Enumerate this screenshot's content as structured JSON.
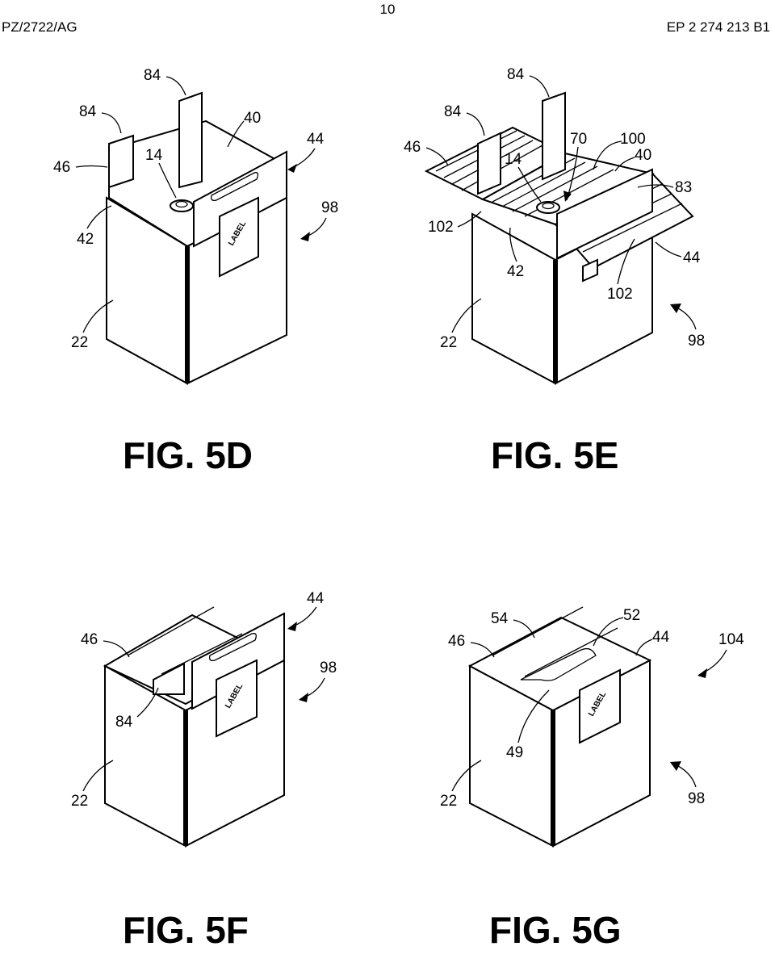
{
  "header": {
    "page_number": "10",
    "doc_left": "PZ/2722/AG",
    "doc_right": "EP 2 274 213 B1"
  },
  "figures": [
    {
      "caption": "FIG. 5D",
      "label_text": "LABEL",
      "refs": [
        "84",
        "84",
        "40",
        "44",
        "46",
        "14",
        "98",
        "42",
        "22"
      ]
    },
    {
      "caption": "FIG. 5E",
      "refs": [
        "84",
        "84",
        "70",
        "100",
        "46",
        "14",
        "40",
        "83",
        "102",
        "42",
        "44",
        "102",
        "22",
        "98"
      ]
    },
    {
      "caption": "FIG. 5F",
      "label_text": "LABEL",
      "refs": [
        "44",
        "46",
        "98",
        "84",
        "22"
      ]
    },
    {
      "caption": "FIG. 5G",
      "label_text": "LABEL",
      "refs": [
        "54",
        "52",
        "46",
        "44",
        "104",
        "49",
        "22",
        "98"
      ]
    }
  ]
}
